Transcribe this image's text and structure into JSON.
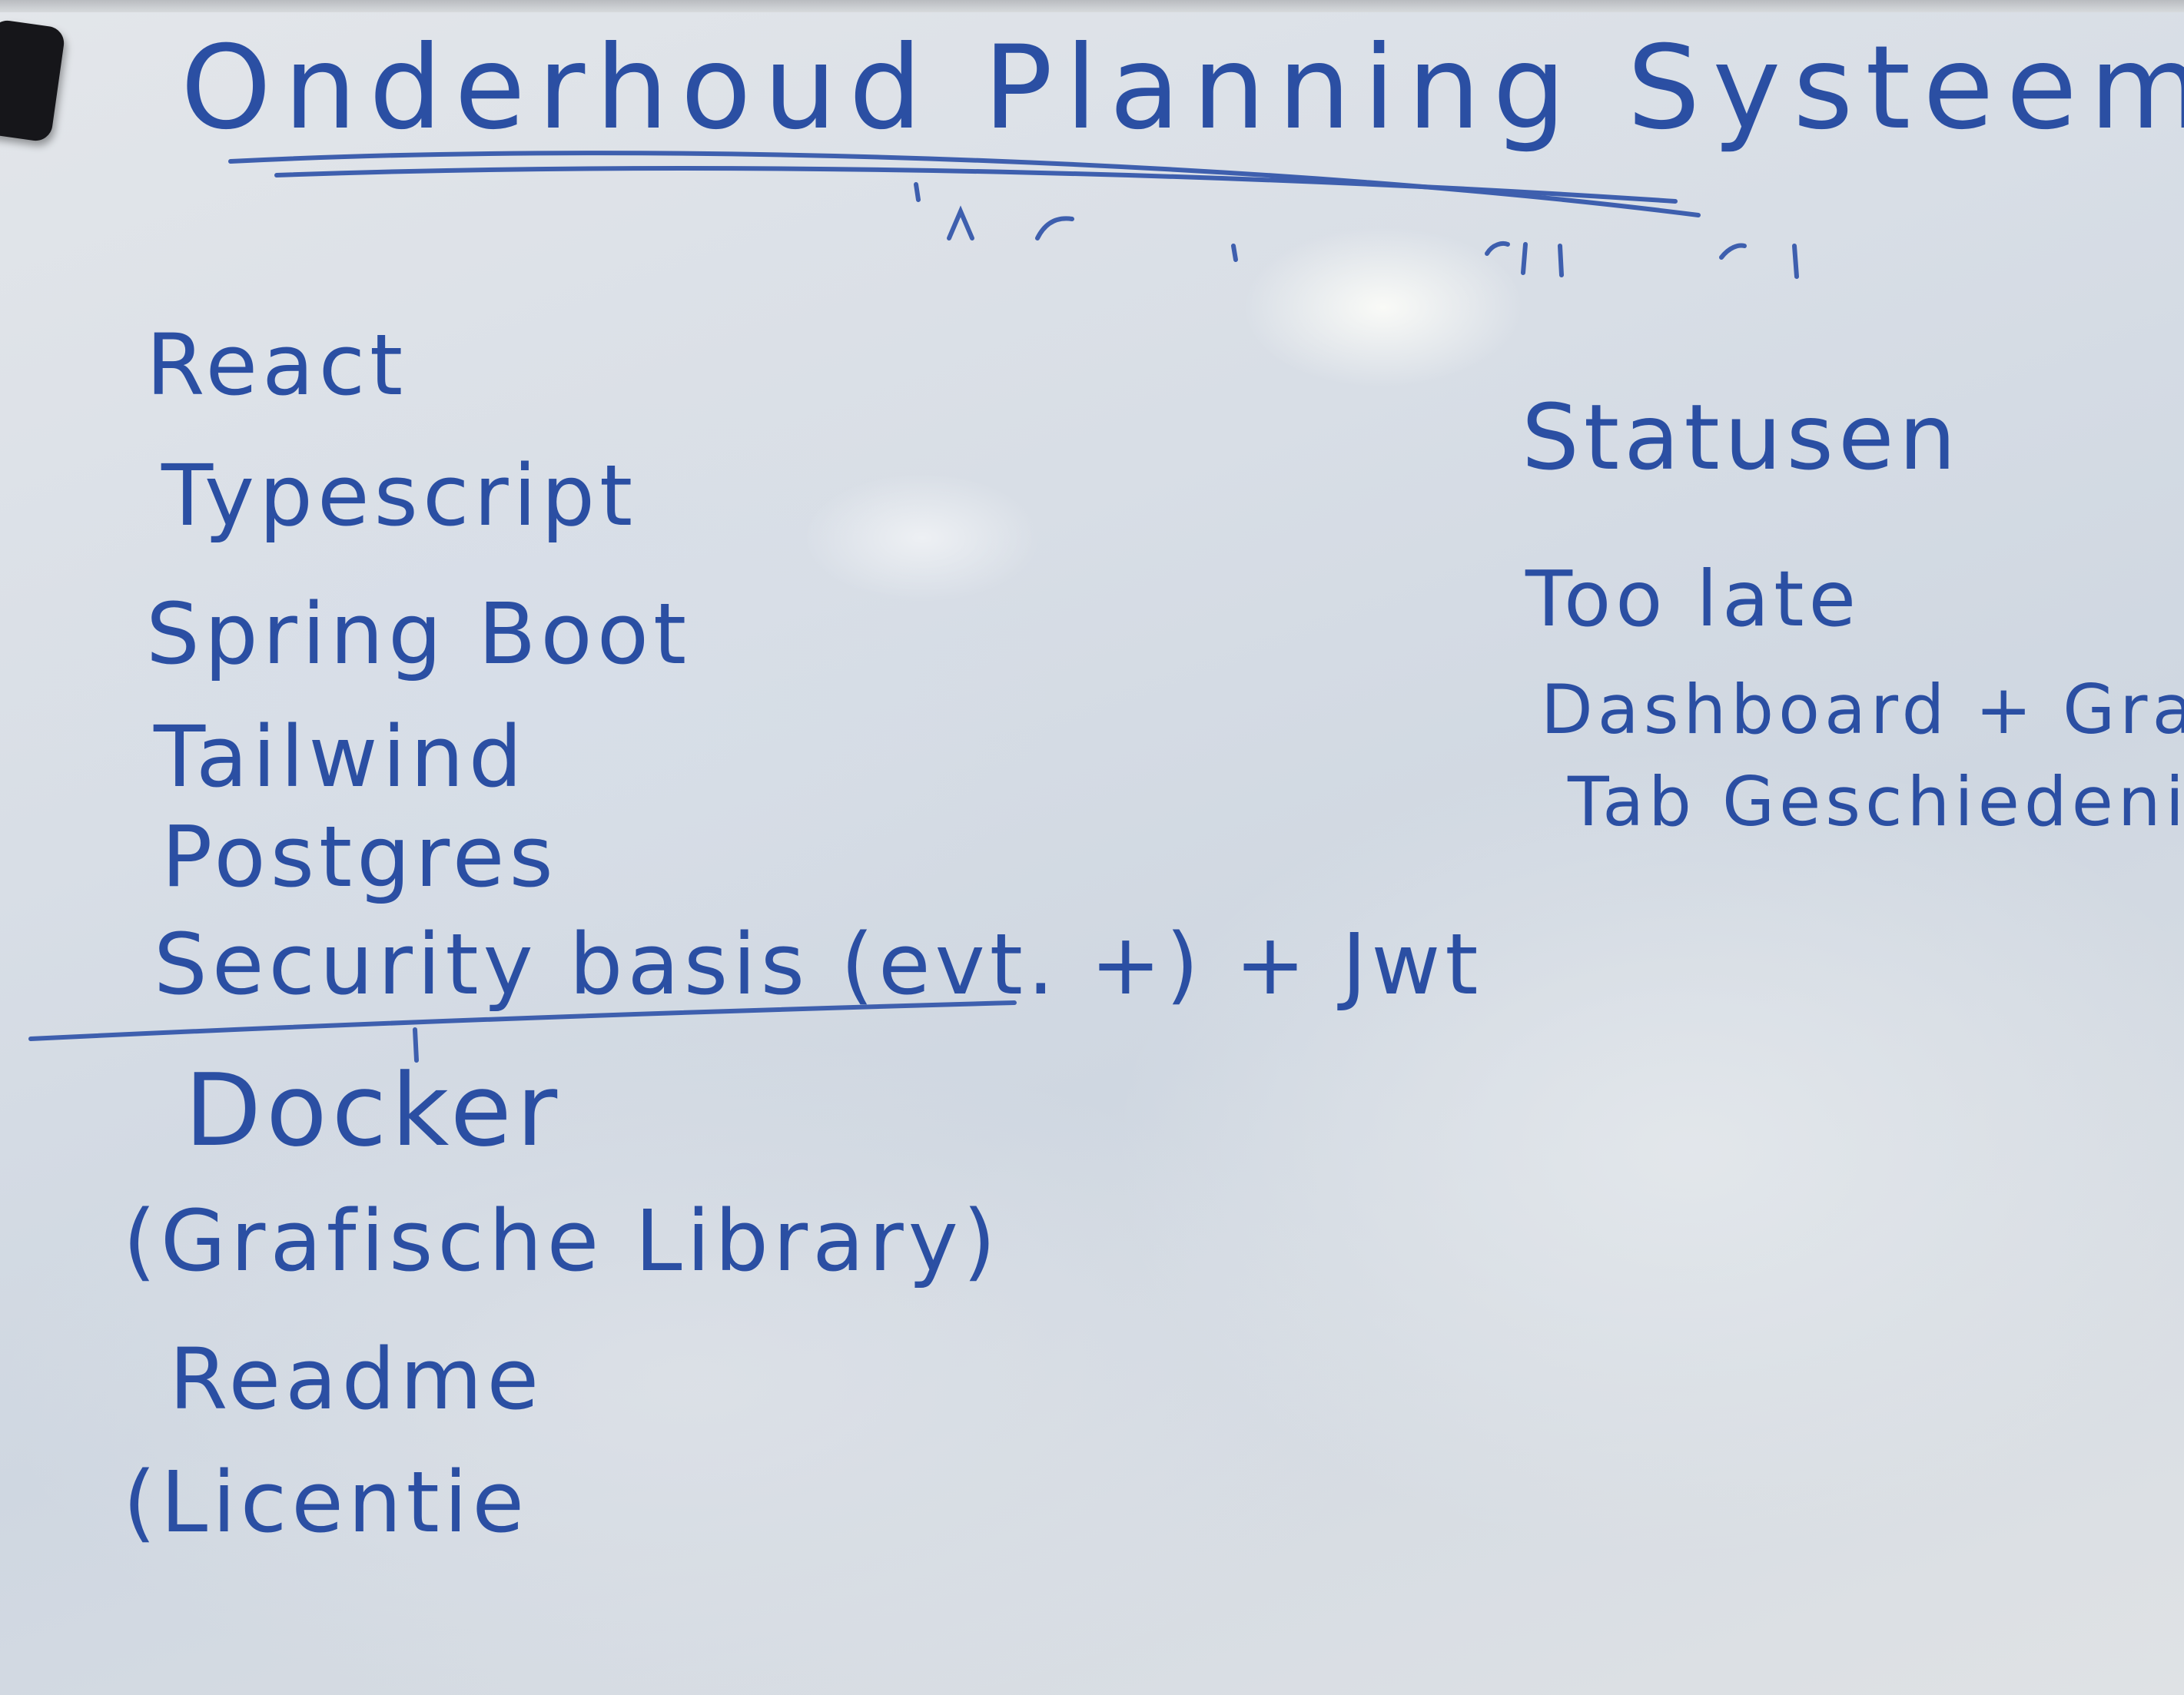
{
  "board": {
    "title": "Onderhoud Planning Systeem (Spec",
    "left_list": [
      "React",
      "Typescript",
      "Spring Boot",
      "Tailwind",
      "Postgres",
      "Security basis (evt. +) + Jwt",
      "Docker",
      "(Grafische Library)",
      "Readme",
      "(Licentie"
    ],
    "right_heading": "Statusen",
    "right_list": [
      "Too late",
      "Dashboard + Grafiek",
      "Tab Geschiedenis"
    ],
    "ink_color": "#2b4fa3"
  }
}
